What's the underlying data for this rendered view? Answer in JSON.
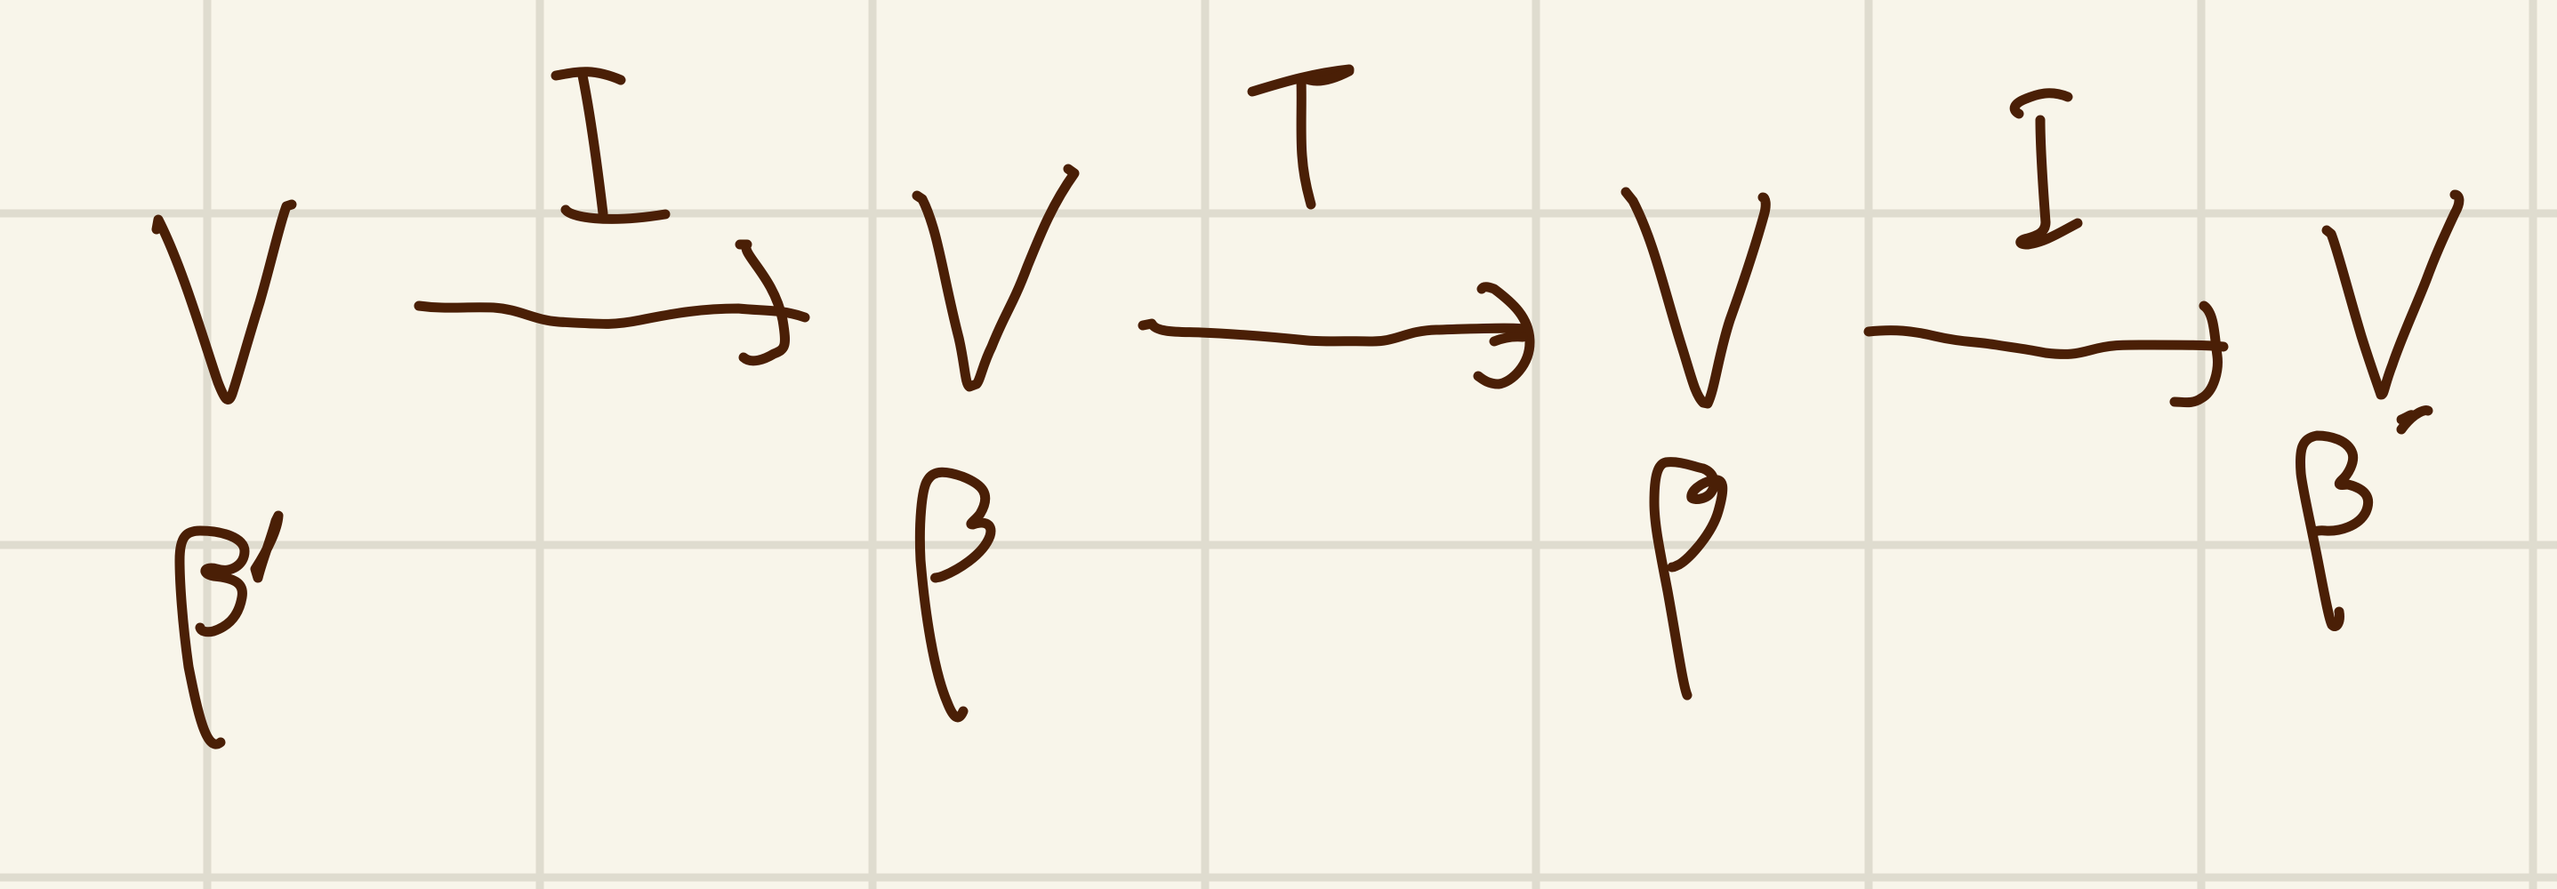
{
  "colors": {
    "paper": "#f8f5ea",
    "grid": "#dfdccf",
    "ink": "#4a1f06"
  },
  "diagram": {
    "style": "handwritten",
    "background": "square-grid-paper",
    "vector_spaces": [
      "V",
      "V",
      "V",
      "V"
    ],
    "representations": [
      "ρ′",
      "ρ",
      "ρ",
      "ρ′"
    ],
    "maps": [
      "I",
      "T",
      "I"
    ]
  }
}
